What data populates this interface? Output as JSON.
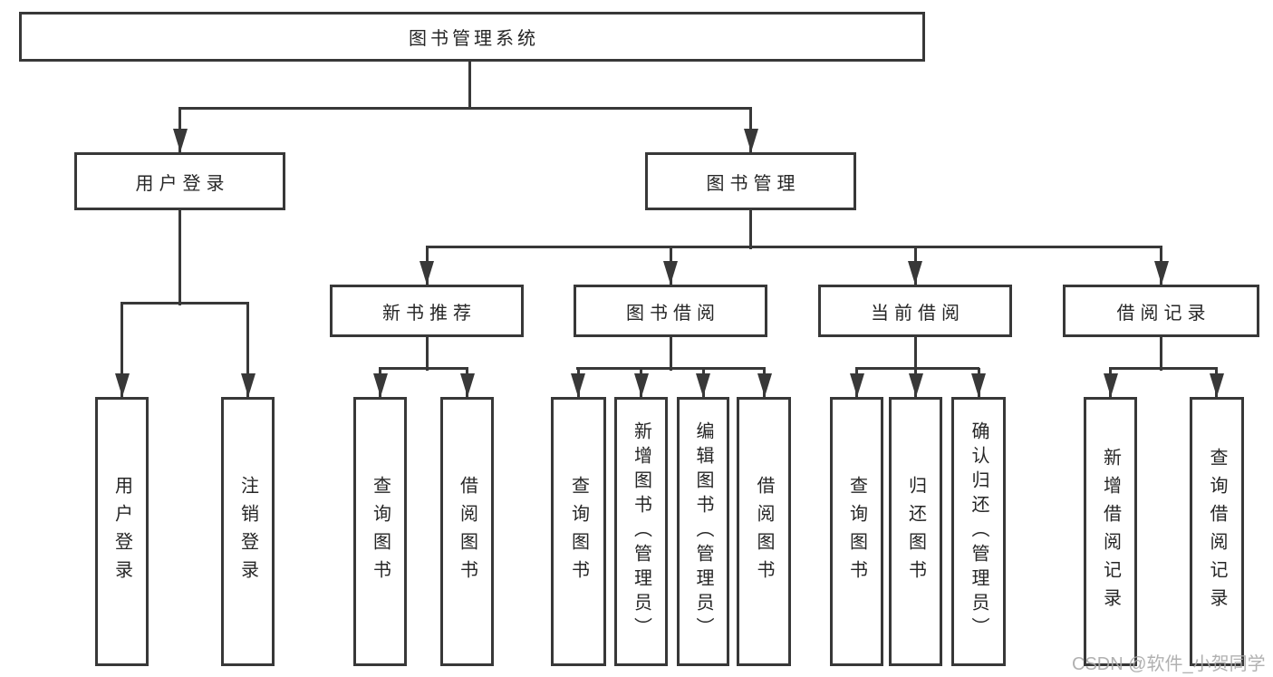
{
  "tree": {
    "root": {
      "label": "图书管理系统",
      "children": [
        {
          "label": "用户登录",
          "children": [
            {
              "label": "用户登录"
            },
            {
              "label": "注销登录"
            }
          ]
        },
        {
          "label": "图书管理",
          "children": [
            {
              "label": "新书推荐",
              "children": [
                {
                  "label": "查询图书"
                },
                {
                  "label": "借阅图书"
                }
              ]
            },
            {
              "label": "图书借阅",
              "children": [
                {
                  "label": "查询图书"
                },
                {
                  "label": "新增图书（管理员）"
                },
                {
                  "label": "编辑图书（管理员）"
                },
                {
                  "label": "借阅图书"
                }
              ]
            },
            {
              "label": "当前借阅",
              "children": [
                {
                  "label": "查询图书"
                },
                {
                  "label": "归还图书"
                },
                {
                  "label": "确认归还（管理员）"
                }
              ]
            },
            {
              "label": "借阅记录",
              "children": [
                {
                  "label": "新增借阅记录"
                },
                {
                  "label": "查询借阅记录"
                }
              ]
            }
          ]
        }
      ]
    }
  },
  "watermark": {
    "text": "CSDN @软件_小贺同学"
  },
  "colors": {
    "line": "#383838",
    "text": "#262626",
    "box_fill": "#ffffff",
    "background": "#ffffff",
    "watermark": "#a9a9a9"
  }
}
